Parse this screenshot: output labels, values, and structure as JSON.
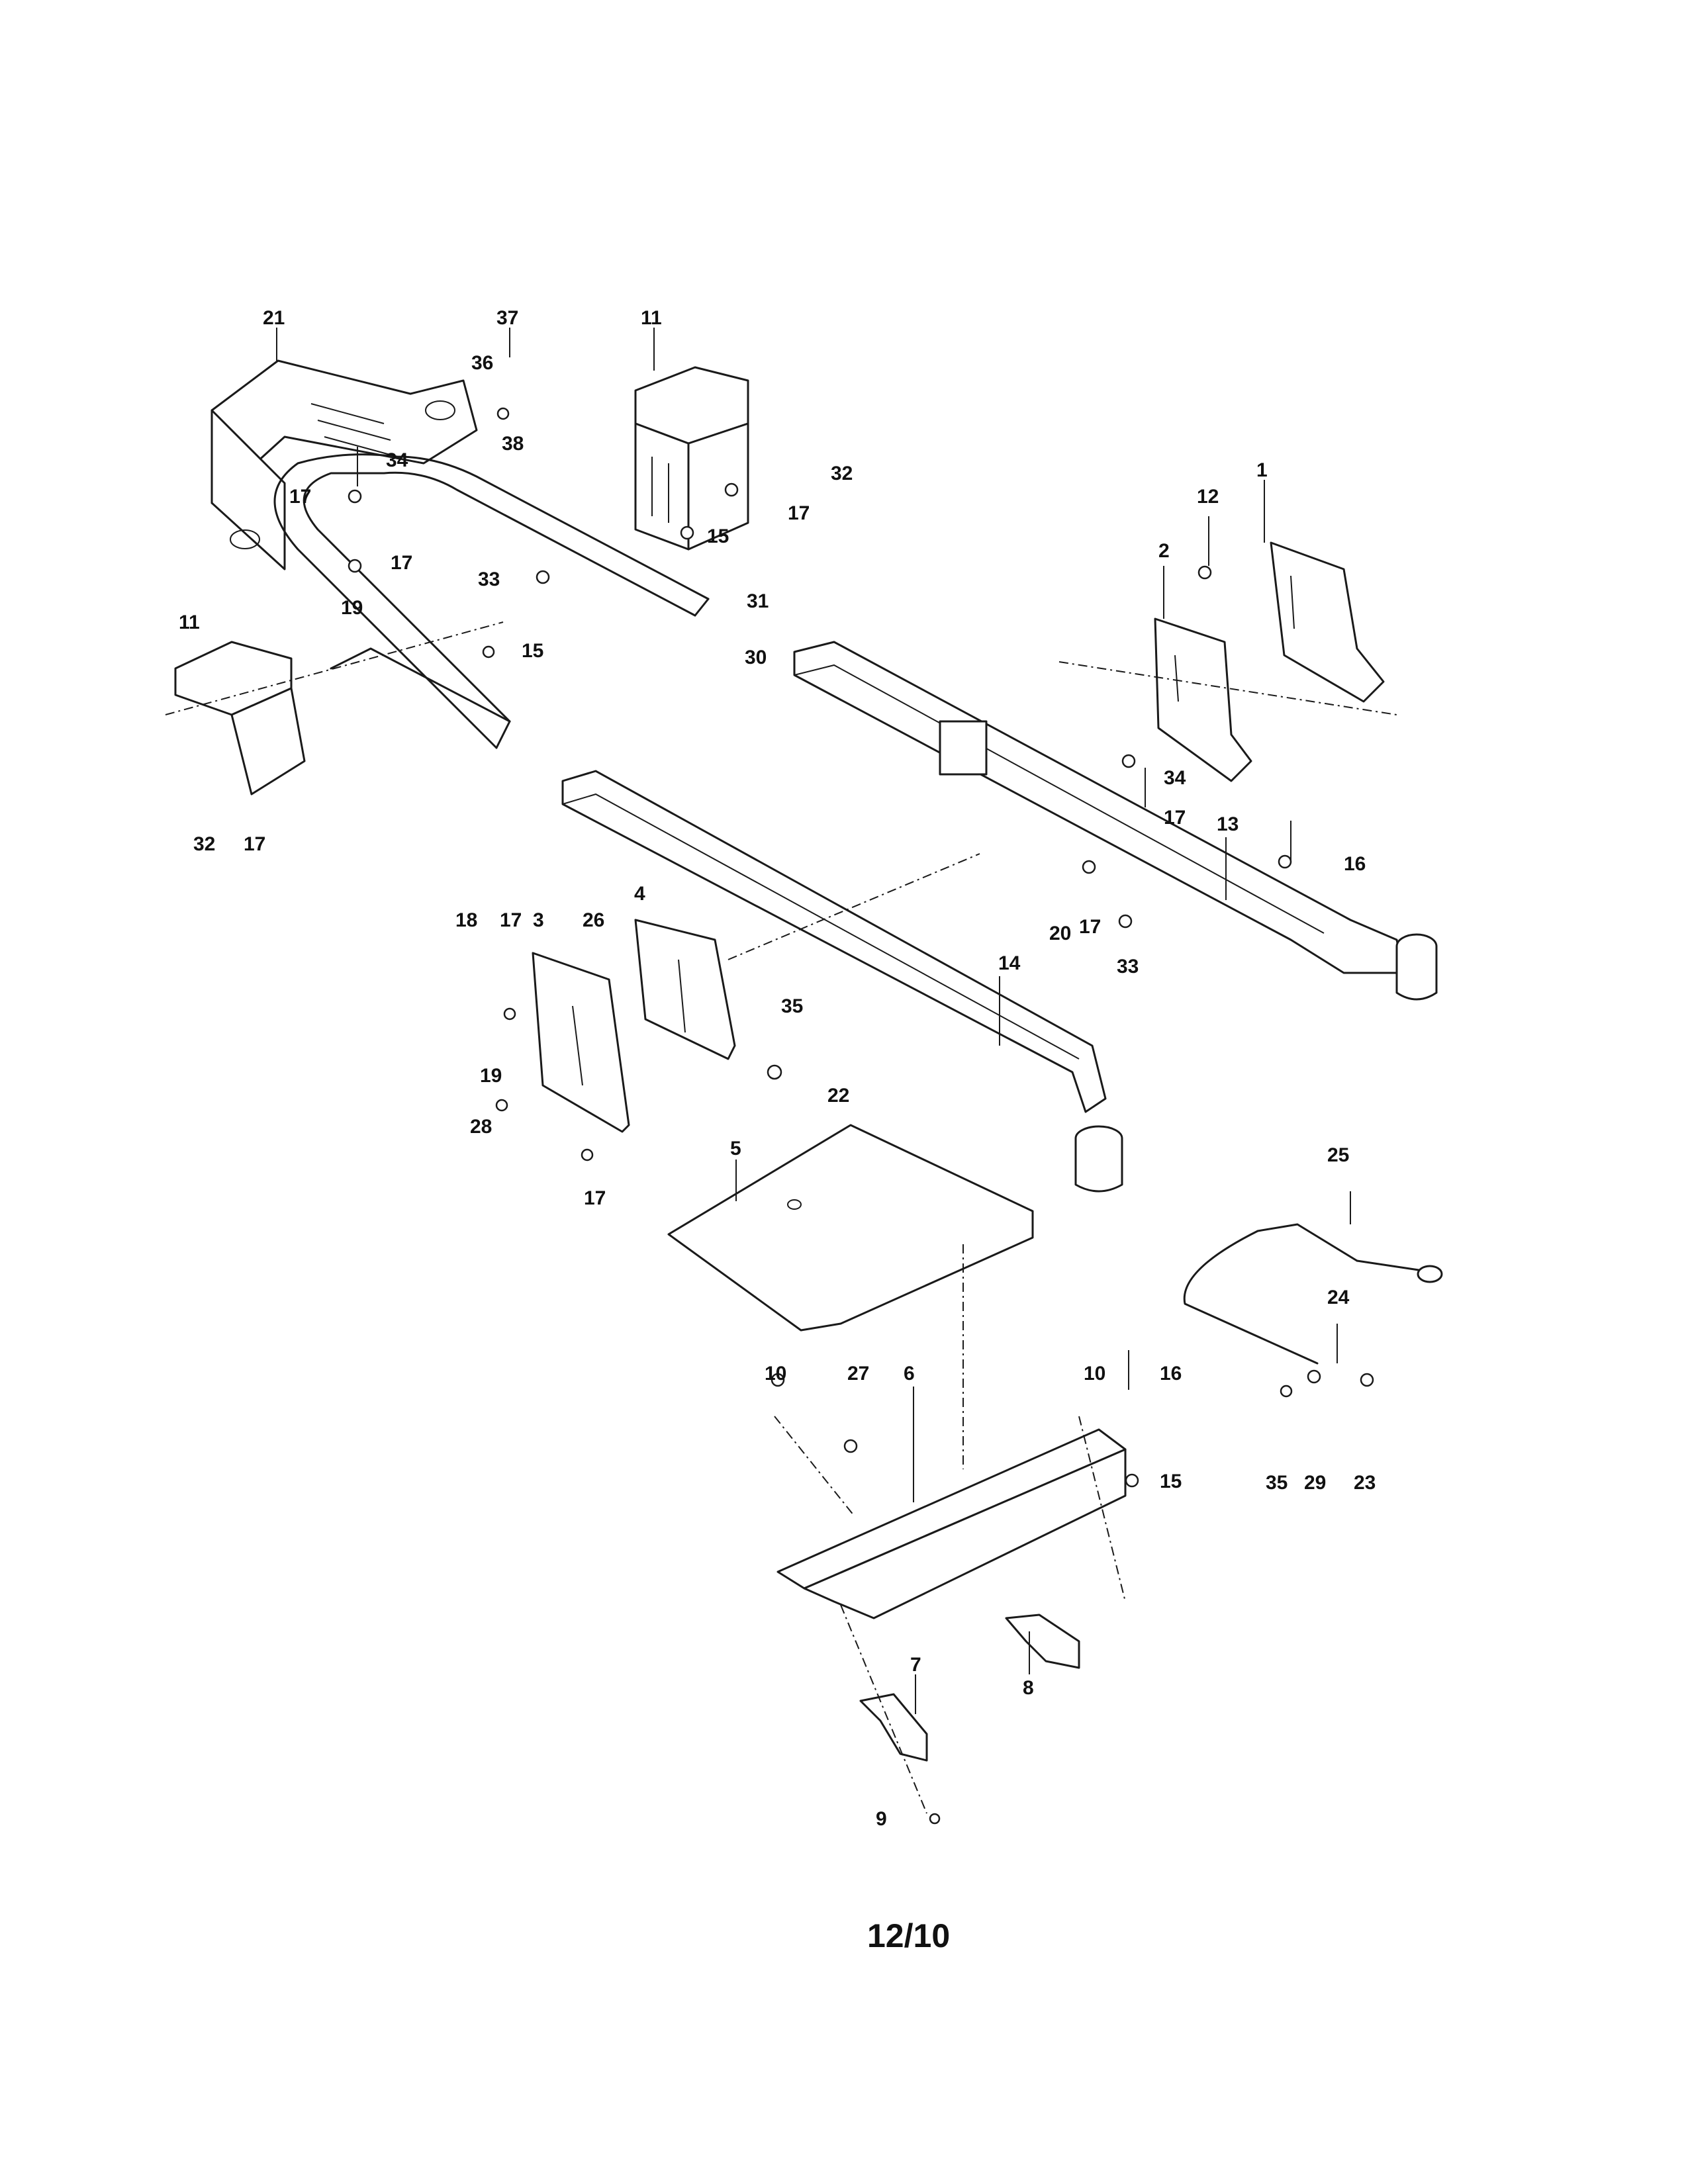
{
  "page": {
    "code": "12/10"
  },
  "callouts": {
    "c1": "1",
    "c2": "2",
    "c3": "3",
    "c4": "4",
    "c5": "5",
    "c6": "6",
    "c7": "7",
    "c8": "8",
    "c9": "9",
    "c10a": "10",
    "c10b": "10",
    "c11a": "11",
    "c11b": "11",
    "c12": "12",
    "c13": "13",
    "c14": "14",
    "c15a": "15",
    "c15b": "15",
    "c15c": "15",
    "c16a": "16",
    "c16b": "16",
    "c17a": "17",
    "c17b": "17",
    "c17c": "17",
    "c17d": "17",
    "c17e": "17",
    "c17f": "17",
    "c17g": "17",
    "c17h": "17",
    "c18": "18",
    "c19a": "19",
    "c19b": "19",
    "c20": "20",
    "c21": "21",
    "c22": "22",
    "c23": "23",
    "c24": "24",
    "c25": "25",
    "c26": "26",
    "c27": "27",
    "c28": "28",
    "c29": "29",
    "c30": "30",
    "c31": "31",
    "c32a": "32",
    "c32b": "32",
    "c33a": "33",
    "c33b": "33",
    "c34a": "34",
    "c34b": "34",
    "c35a": "35",
    "c35b": "35",
    "c36": "36",
    "c37": "37",
    "c38": "38"
  }
}
